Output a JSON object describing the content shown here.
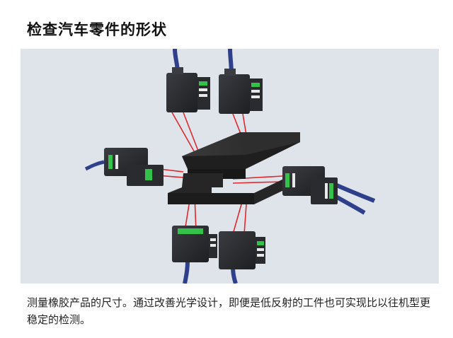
{
  "header": {
    "title": "检查汽车零件的形状"
  },
  "figure": {
    "subject": "laser-displacement-sensors-measuring-rubber-part",
    "colors": {
      "background": "#dfe3ea",
      "sensor_body": "#2b2d31",
      "part": "#2a2a2a",
      "laser": "#e0282f",
      "status_green": "#35c24b",
      "cable": "#2e3f8c"
    }
  },
  "body": {
    "caption": "测量橡胶产品的尺寸。通过改善光学设计，即便是低反射的工件也可实现比以往机型更稳定的检测。"
  }
}
